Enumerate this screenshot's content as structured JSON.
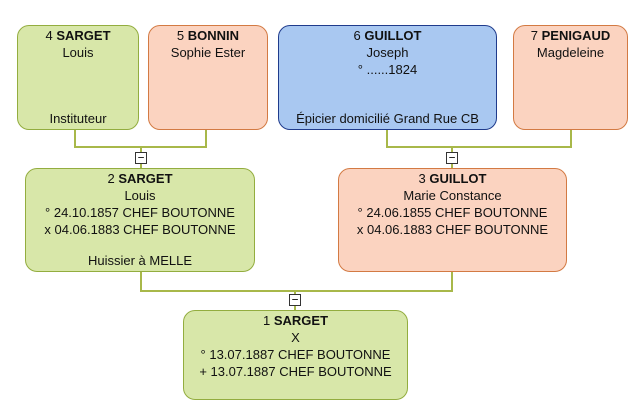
{
  "p4": {
    "num": "4",
    "surname": "SARGET",
    "given": "Louis",
    "job": "Instituteur"
  },
  "p5": {
    "num": "5",
    "surname": "BONNIN",
    "given": "Sophie Ester"
  },
  "p6": {
    "num": "6",
    "surname": "GUILLOT",
    "given": "Joseph",
    "birth": "° ......1824",
    "job": "Épicier domicilié Grand Rue CB"
  },
  "p7": {
    "num": "7",
    "surname": "PENIGAUD",
    "given": "Magdeleine"
  },
  "p2": {
    "num": "2",
    "surname": "SARGET",
    "given": "Louis",
    "birth": "° 24.10.1857 CHEF BOUTONNE",
    "marriage": "x 04.06.1883 CHEF BOUTONNE",
    "job": "Huissier à MELLE"
  },
  "p3": {
    "num": "3",
    "surname": "GUILLOT",
    "given": "Marie Constance",
    "birth": "° 24.06.1855 CHEF BOUTONNE",
    "marriage": "x 04.06.1883 CHEF BOUTONNE"
  },
  "p1": {
    "num": "1",
    "surname": "SARGET",
    "given": "X",
    "birth": "° 13.07.1887 CHEF BOUTONNE",
    "death": "+ 13.07.1887 CHEF BOUTONNE"
  },
  "toggle_symbol": "−"
}
